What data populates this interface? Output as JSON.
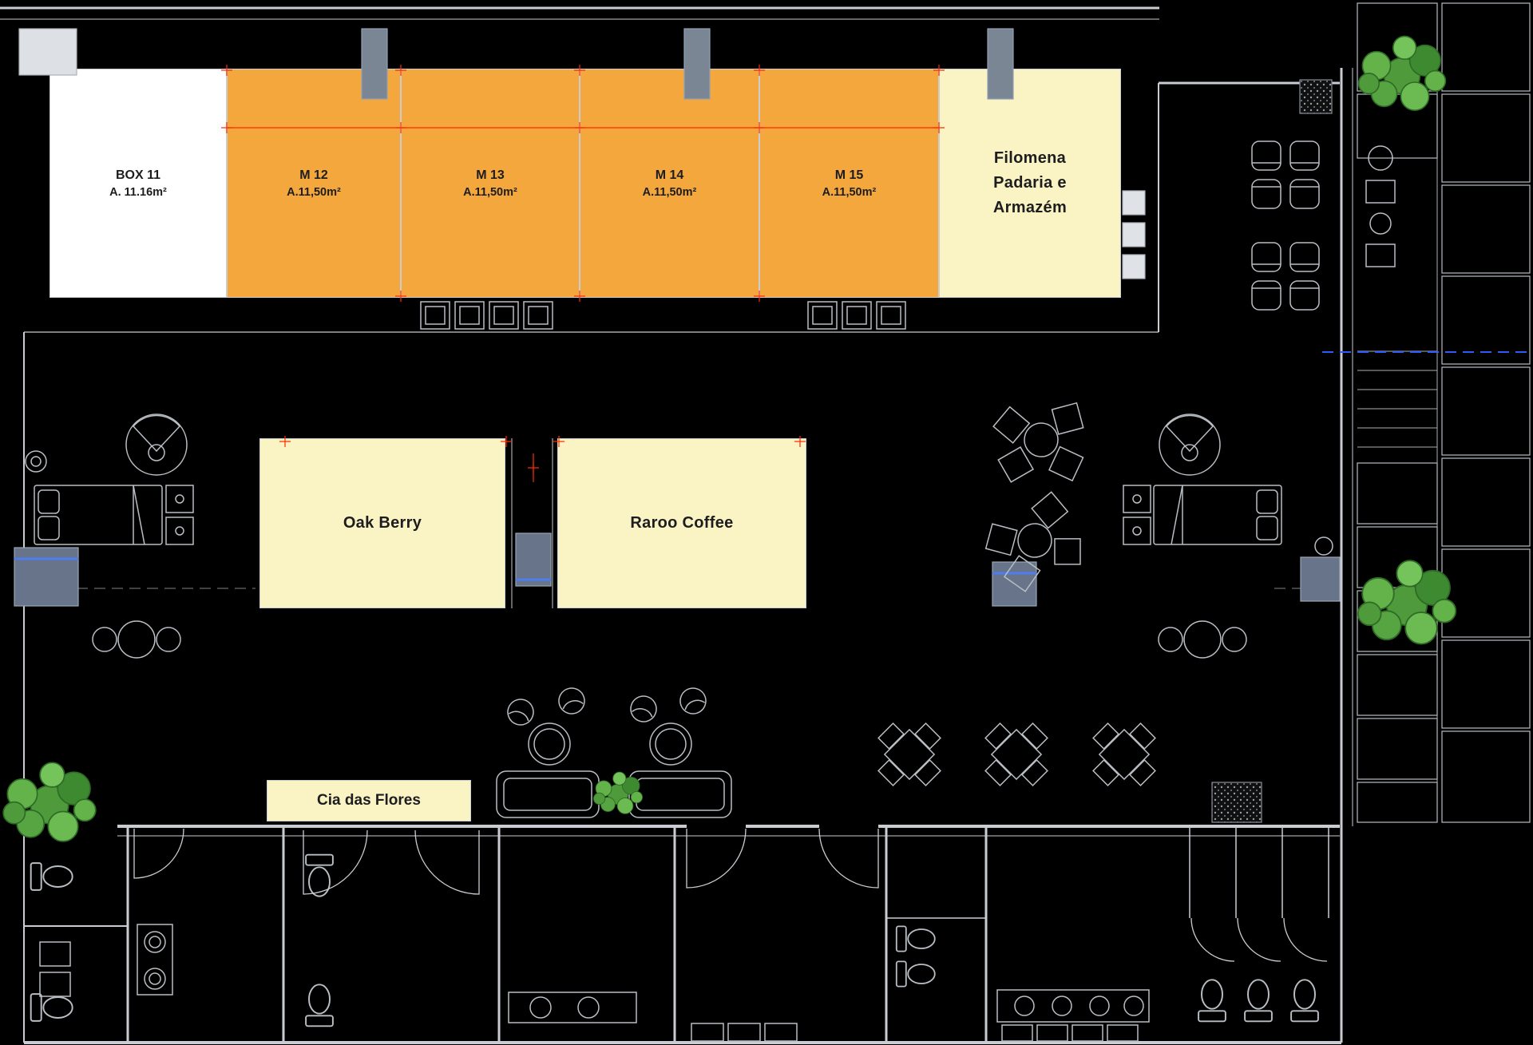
{
  "plan_type": "architectural-floor-plan",
  "colors": {
    "background": "#000000",
    "white_unit": "#ffffff",
    "orange_unit": "#f3a73c",
    "cream_unit": "#faf3c4",
    "wall_line": "#c9cdd3",
    "furniture_line": "#b9bec4",
    "column_gray": "#7b8695",
    "plant_green": "#57a542",
    "dimension_red": "#ff2b00",
    "section_blue": "#2f5bfa",
    "label_text": "#1d1d1f"
  },
  "units": [
    {
      "name": "BOX 11",
      "area": "A. 11.16m²",
      "fill": "white_unit"
    },
    {
      "name": "M 12",
      "area": "A.11,50m²",
      "fill": "orange_unit"
    },
    {
      "name": "M 13",
      "area": "A.11,50m²",
      "fill": "orange_unit"
    },
    {
      "name": "M 14",
      "area": "A.11,50m²",
      "fill": "orange_unit"
    },
    {
      "name": "M 15",
      "area": "A.11,50m²",
      "fill": "orange_unit"
    },
    {
      "name": "Filomena\nPadaria e\nArmazém",
      "area": "",
      "fill": "cream_unit"
    },
    {
      "name": "Oak Berry",
      "area": "",
      "fill": "cream_unit"
    },
    {
      "name": "Raroo Coffee",
      "area": "",
      "fill": "cream_unit"
    },
    {
      "name": "Cia das Flores",
      "area": "",
      "fill": "cream_unit"
    }
  ]
}
